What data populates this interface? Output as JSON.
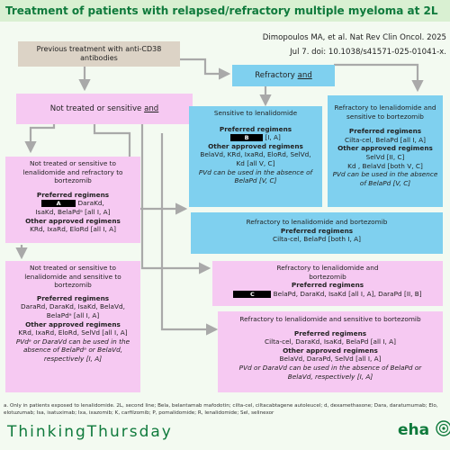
{
  "title": "Treatment of patients with relapsed/refractory multiple myeloma at 2L",
  "citation": {
    "line1": "Dimopoulos MA, et al. Nat Rev Clin Oncol. 2025",
    "line2": "Jul 7. doi: 10.1038/s41571-025-01041-x."
  },
  "start": "Previous treatment with anti-CD38 antibodies",
  "branches": {
    "not_treated": {
      "text": "Not treated or sensitive",
      "and": "and"
    },
    "refractory": {
      "text": "Refractory",
      "and": "and"
    }
  },
  "labels": {
    "preferred": "Preferred regimens",
    "other": "Other approved regimens"
  },
  "boxes": {
    "sens_len": {
      "heading": "Sensitive to lenalidomide",
      "tag": "B",
      "pref_suffix": " [I, A]",
      "other": "BelaVd, KRd, IxaRd, EloRd, SelVd, Kd [all V, C]",
      "note": "PVd can be used in the absence of BelaPd [V, C]"
    },
    "ref_bor": {
      "heading": "Refractory to lenalidomide and sensitive to bortezomib",
      "pref": "Cilta-cel, BelaPd [all I, A]",
      "other1": "SelVd [II, C]",
      "other2": "Kd , BelaVd [both V, C]",
      "note": "PVd can be used in the absence of BelaPd [V, C]"
    },
    "nt_len_ref_bor": {
      "heading": "Not treated or sensitive to lenalidomide and refractory to bortezomib",
      "tag": "A",
      "pref_a": " DaraKd,",
      "pref_b": "IsaKd,  BelaPdᵃ [all I, A]",
      "other": "KRd, IxaRd, EloRd [all I, A]"
    },
    "ref_both_1": {
      "heading": "Refractory to lenalidomide and bortezomib",
      "pref": "Cilta-cel,  BelaPd [both I, A]"
    },
    "nt_len_sens_bor": {
      "heading": "Not treated or sensitive to lenalidomide and sensitive to bortezomib",
      "pref": "DaraRd, DaraKd, IsaKd, BelaVd, BelaPdᵃ [all I, A]",
      "other": "KRd, IxaRd, EloRd, SelVd [all I, A]",
      "note": "PVdᵃ or DaraVd can be used in the absence of BelaPdᵃ or BelaVd, respectively [I, A]"
    },
    "ref_both_2": {
      "heading": "Refractory to lenalidomide and bortezomib",
      "tag": "C",
      "pref": " BelaPd, DaraKd, IsaKd [all I, A], DaraPd [II, B]"
    },
    "ref_len_sens_bor": {
      "heading": "Refractory to lenalidomide and sensitive to bortezomib",
      "pref": "Cilta-cel, DaraKd, IsaKd, BelaPd [all I, A]",
      "other": "BelaVd, DaraPd, SelVd [all I, A]",
      "note": "PVd or DaraVd can be used in the absence of BelaPd or BelaVd, respectively [I, A]"
    }
  },
  "footnote": "a. Only in patients exposed to lenalidomide. 2L, second line; Bela, belantamab mafodotin; cilta-cel, ciltacabtagene autoleucel; d, dexamethasone; Dara, daratumumab; Elo, elotuzumab; Isa, isatuximab; Ixa, ixazomib; K, carfilzomib; P, pomalidomide; R, lenalidomide; Sel, selinexor",
  "brand": "ThinkingThursday",
  "logo": "eha",
  "colors": {
    "accent": "#0f7a3c",
    "pink": "#f6c9f2",
    "blue": "#7fd0ef",
    "tan": "#dcd3c6",
    "line": "#a9a9a9"
  }
}
